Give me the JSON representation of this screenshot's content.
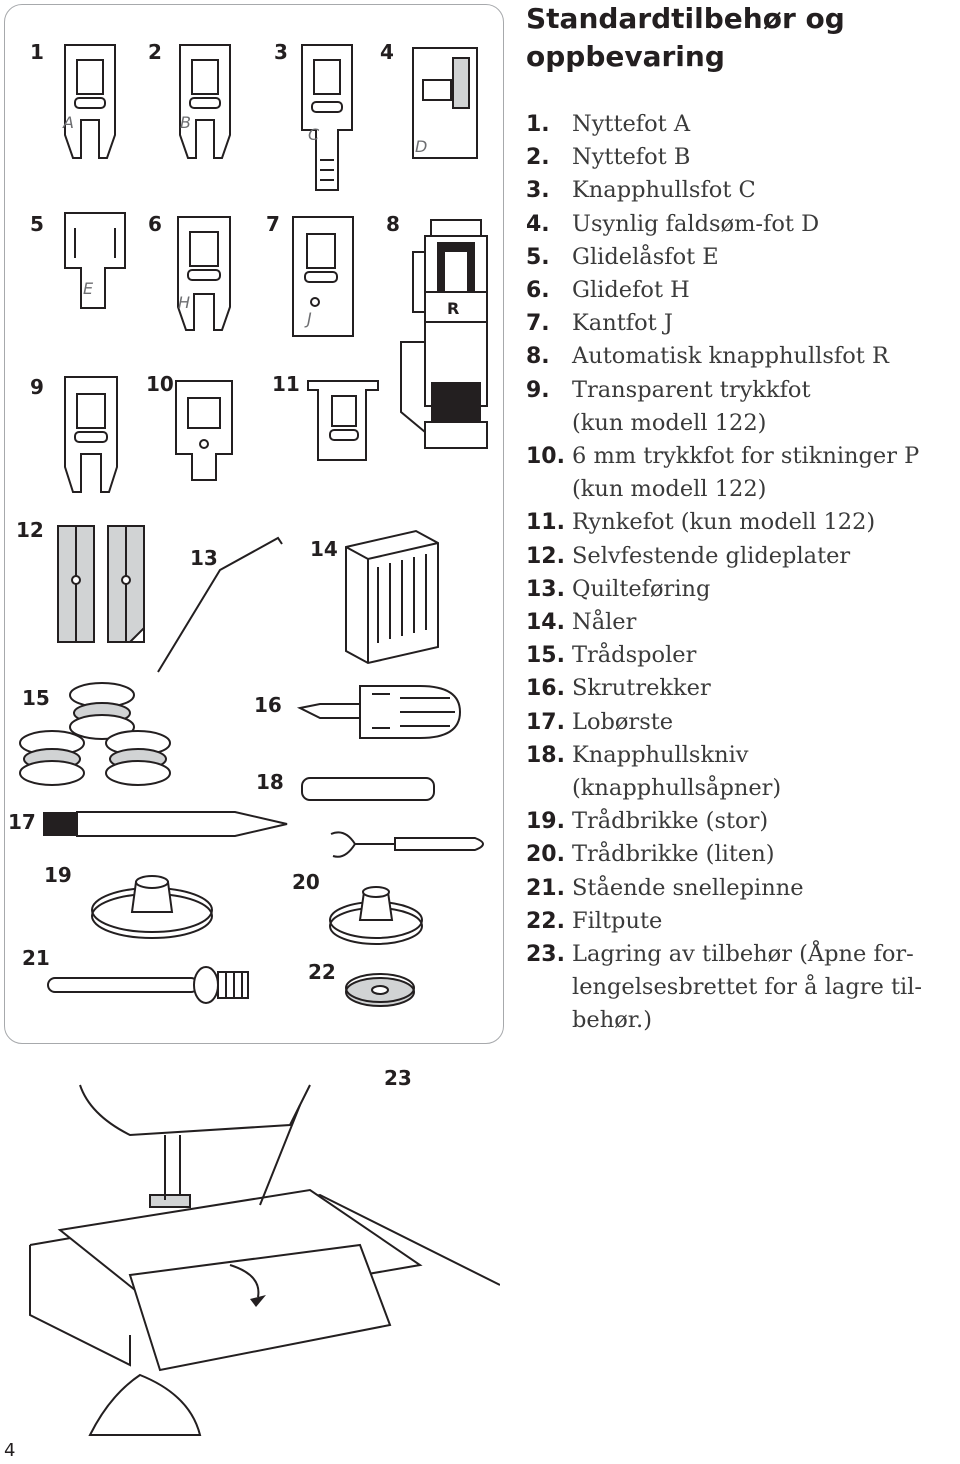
{
  "title": "Standardtilbehør og oppbevaring",
  "items": [
    {
      "n": "1.",
      "t": "Nyttefot A"
    },
    {
      "n": "2.",
      "t": "Nyttefot B"
    },
    {
      "n": "3.",
      "t": "Knapphullsfot C"
    },
    {
      "n": "4.",
      "t": "Usynlig faldsøm-fot D"
    },
    {
      "n": "5.",
      "t": "Glidelåsfot E"
    },
    {
      "n": "6.",
      "t": "Glidefot H"
    },
    {
      "n": "7.",
      "t": "Kantfot J"
    },
    {
      "n": "8.",
      "t": "Automatisk knapphullsfot R"
    },
    {
      "n": "9.",
      "t": "Transparent trykkfot"
    },
    {
      "n": "",
      "t": "(kun modell 122)"
    },
    {
      "n": "10.",
      "t": "6 mm trykkfot for stikninger P"
    },
    {
      "n": "",
      "t": "(kun modell 122)"
    },
    {
      "n": "11.",
      "t": "Rynkefot (kun modell 122)"
    },
    {
      "n": "12.",
      "t": "Selvfestende glideplater"
    },
    {
      "n": "13.",
      "t": "Quilteføring"
    },
    {
      "n": "14.",
      "t": "Nåler"
    },
    {
      "n": "15.",
      "t": "Trådspoler"
    },
    {
      "n": "16.",
      "t": "Skrutrekker"
    },
    {
      "n": "17.",
      "t": "Lobørste"
    },
    {
      "n": "18.",
      "t": "Knapphullskniv (knapphullsåpner)"
    },
    {
      "n": "19.",
      "t": "Trådbrikke (stor)"
    },
    {
      "n": "20.",
      "t": "Trådbrikke (liten)"
    },
    {
      "n": "21.",
      "t": "Stående snellepinne"
    },
    {
      "n": "22.",
      "t": "Filtpute"
    },
    {
      "n": "23.",
      "t": "Lagring av tilbehør (Åpne for-"
    },
    {
      "n": "",
      "t": "lengelsesbrettet for å lagre til-"
    },
    {
      "n": "",
      "t": "behør.)"
    }
  ],
  "figure_numbers": [
    "1",
    "2",
    "3",
    "4",
    "5",
    "6",
    "7",
    "8",
    "9",
    "10",
    "11",
    "12",
    "13",
    "14",
    "15",
    "16",
    "17",
    "18",
    "19",
    "20",
    "21",
    "22",
    "23"
  ],
  "foot_letters": [
    "A",
    "B",
    "C",
    "D",
    "E",
    "H",
    "J",
    "R"
  ],
  "page_number": "4"
}
